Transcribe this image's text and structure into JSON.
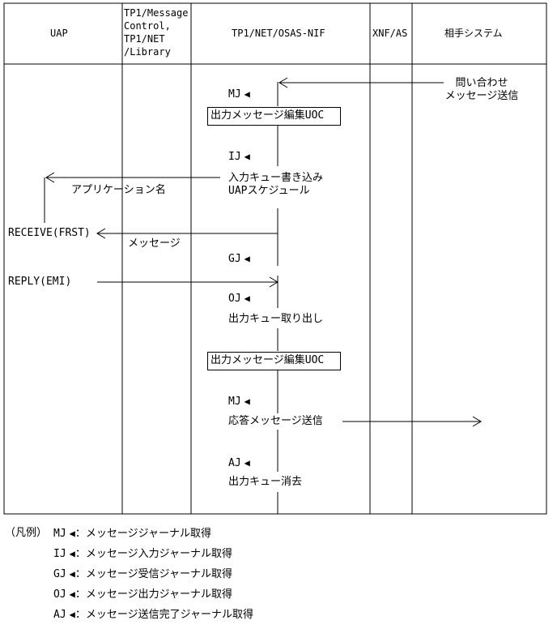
{
  "columns": {
    "uap": "UAP",
    "tp1_library": [
      "TP1/Message",
      "Control,",
      "TP1/NET",
      "/Library"
    ],
    "osas_nif": "TP1/NET/OSAS-NIF",
    "xnf_as": "XNF/AS",
    "partner": "相手システム"
  },
  "flow": {
    "inquiry_send": [
      "問い合わせ",
      "メッセージ送信"
    ],
    "mj_1": "MJ",
    "edit_uoc_1": "出力メッセージ編集UOC",
    "ij": "IJ",
    "input_queue": [
      "入力キュー書き込み",
      "UAPスケジュール"
    ],
    "app_name": "アプリケーション名",
    "receive": "RECEIVE(FRST)",
    "message": "メッセージ",
    "gj": "GJ",
    "reply": "REPLY(EMI)",
    "oj": "OJ",
    "output_queue_take": "出力キュー取り出し",
    "edit_uoc_2": "出力メッセージ編集UOC",
    "mj_2": "MJ",
    "response_send": "応答メッセージ送信",
    "aj": "AJ",
    "output_queue_delete": "出力キュー消去"
  },
  "legend": {
    "label": "（凡例）",
    "items": [
      {
        "code": "MJ",
        "desc": "：メッセージジャーナル取得"
      },
      {
        "code": "IJ",
        "desc": "：メッセージ入力ジャーナル取得"
      },
      {
        "code": "GJ",
        "desc": "：メッセージ受信ジャーナル取得"
      },
      {
        "code": "OJ",
        "desc": "：メッセージ出力ジャーナル取得"
      },
      {
        "code": "AJ",
        "desc": "：メッセージ送信完了ジャーナル取得"
      }
    ]
  }
}
